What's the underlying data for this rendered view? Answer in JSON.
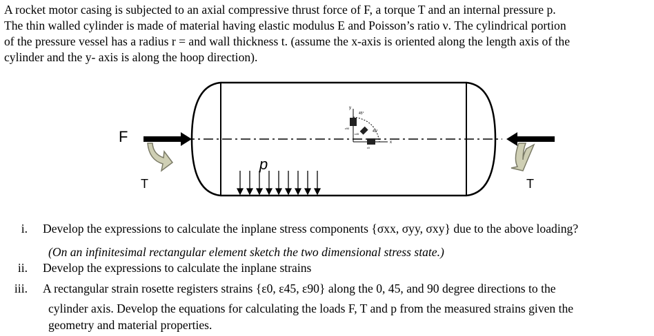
{
  "intro": {
    "line1": "A rocket motor casing is subjected to an axial compressive thrust force of F, a torque T and an internal pressure p.",
    "line2": "The thin walled cylinder is made of material having elastic modulus E and Poisson’s ratio ν. The cylindrical portion",
    "line3": "of the pressure vessel has a radius r = and wall thickness t. (assume the x-axis is oriented along the length axis of the",
    "line4": "cylinder and the y- axis is along the hoop direction)."
  },
  "figure": {
    "force_label": "F",
    "torque_label_left": "T",
    "torque_label_right": "T",
    "pressure_label": "p",
    "rosette_y_label": "y",
    "rosette_x_label": "x",
    "rosette_angle_top": "45°",
    "rosette_angle_side": "45°",
    "rosette_gauge_90": "ε90",
    "rosette_gauge_45": "ε45",
    "rosette_gauge_0": "ε0"
  },
  "questions": [
    {
      "num": "i.",
      "text": "Develop the expressions to calculate the inplane stress components",
      "set": "{σxx, σyy, σxy}",
      "after": "due to the above loading?",
      "note": "(On an infinitesimal rectangular element sketch the two dimensional stress state.)"
    },
    {
      "num": "ii.",
      "text": "Develop the expressions to calculate the inplane strains"
    },
    {
      "num": "iii.",
      "text": "A rectangular strain rosette registers strains",
      "set": "{ε0, ε45, ε90}",
      "after": "along the 0, 45, and 90 degree directions to the",
      "line2": "cylinder axis. Develop the equations for calculating the loads F, T and p from the measured strains given the",
      "line3": "geometry and material properties."
    }
  ]
}
